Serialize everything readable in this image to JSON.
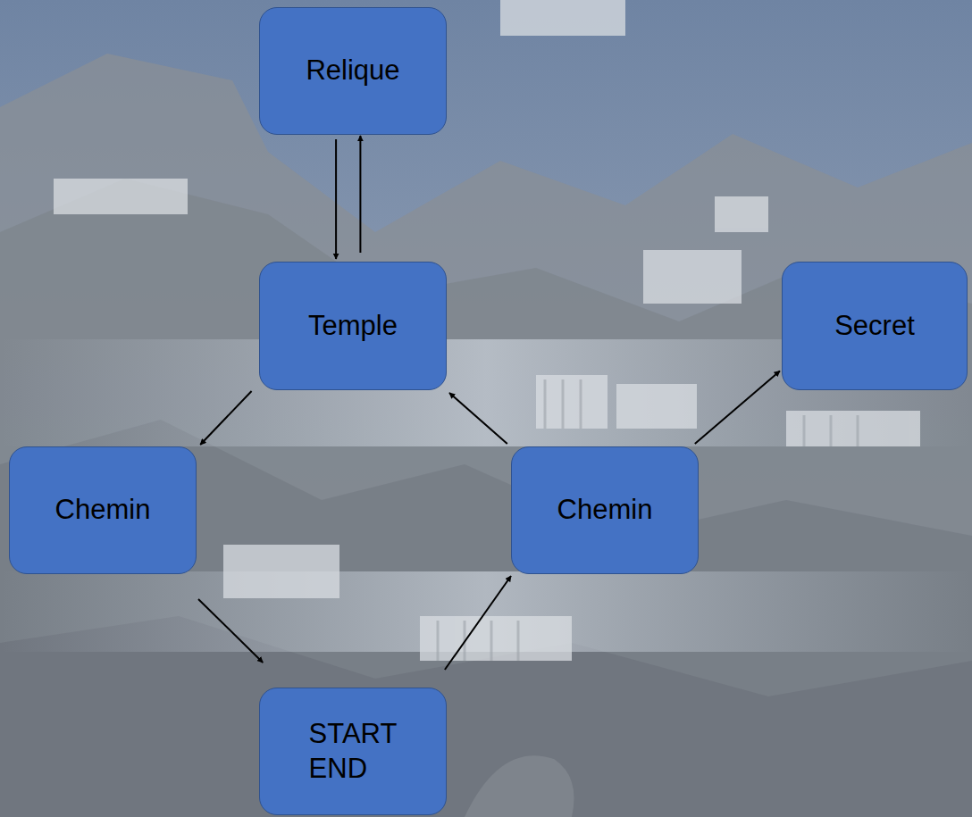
{
  "diagram": {
    "nodes": [
      {
        "text": [
          "Relique"
        ]
      },
      {
        "text": [
          "Temple"
        ]
      },
      {
        "text": [
          "Secret"
        ]
      },
      {
        "text": [
          "Chemin"
        ]
      },
      {
        "text": [
          "Chemin"
        ]
      },
      {
        "text": [
          "START",
          "END"
        ]
      }
    ],
    "edges": [
      {
        "from": 0,
        "to": 1,
        "arrow": "to"
      },
      {
        "from": 1,
        "to": 0,
        "arrow": "to"
      },
      {
        "from": 1,
        "to": 3,
        "arrow": "to"
      },
      {
        "from": 3,
        "to": 5,
        "arrow": "to"
      },
      {
        "from": 5,
        "to": 4,
        "arrow": "to"
      },
      {
        "from": 4,
        "to": 1,
        "arrow": "to"
      },
      {
        "from": 4,
        "to": 2,
        "arrow": "to"
      }
    ]
  }
}
